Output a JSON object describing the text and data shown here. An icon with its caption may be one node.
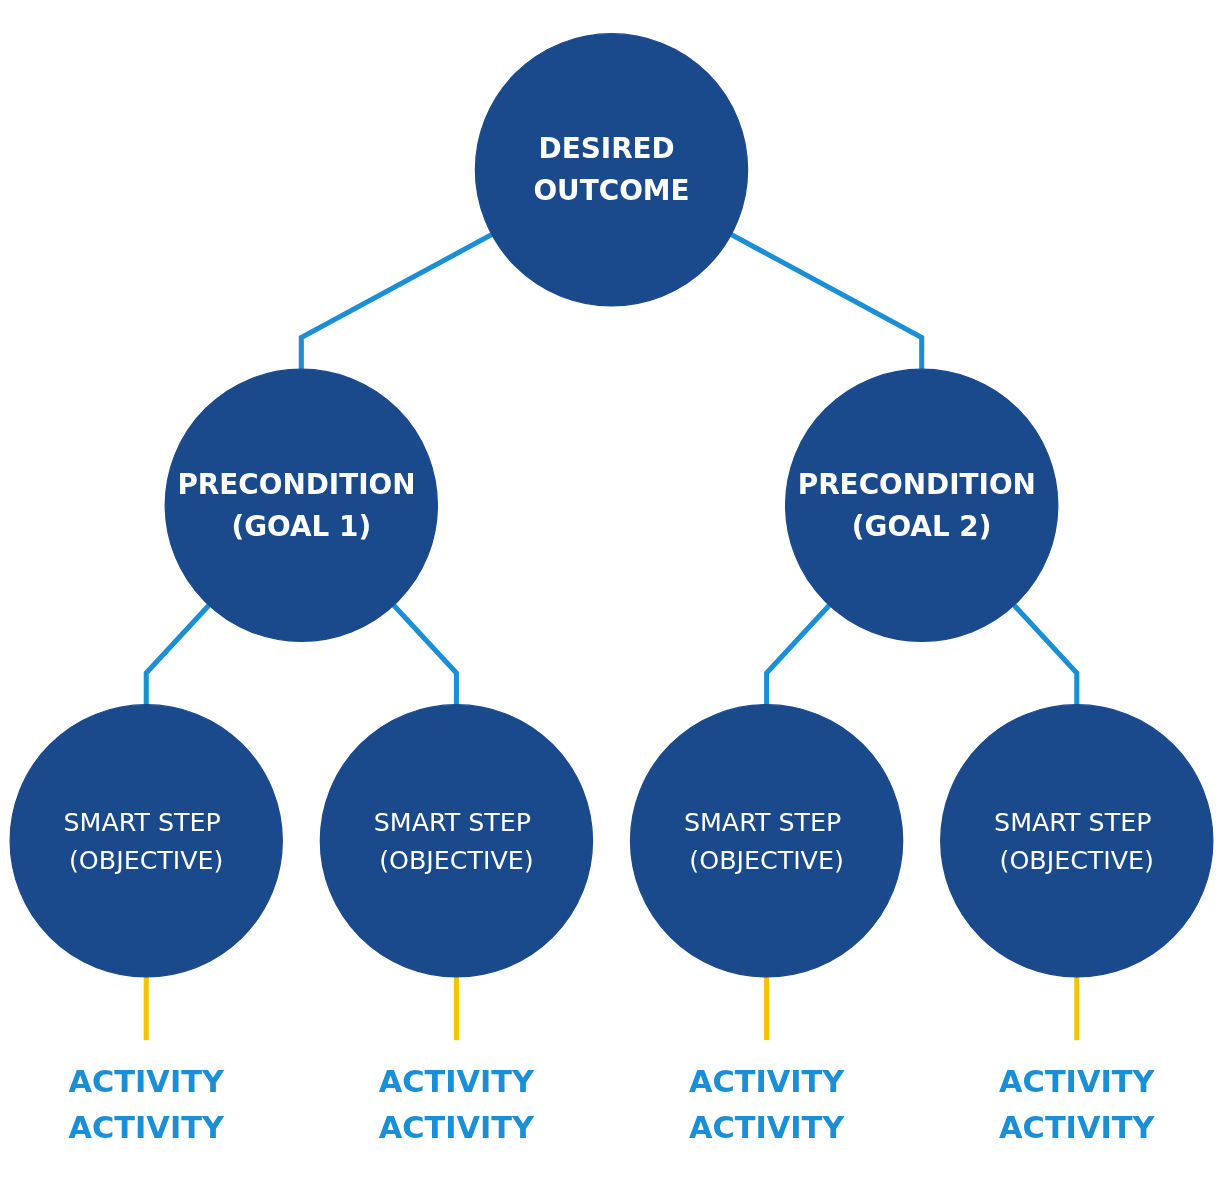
{
  "diagram": {
    "nodes": [
      {
        "text": [
          "DESIRED OUTCOME"
        ]
      },
      {
        "text": [
          "PRECONDITION (GOAL 1)"
        ]
      },
      {
        "text": [
          "PRECONDITION (GOAL 2)"
        ]
      },
      {
        "text": [
          "SMART STEP (OBJECTIVE)"
        ]
      },
      {
        "text": [
          "SMART STEP (OBJECTIVE)"
        ]
      },
      {
        "text": [
          "SMART STEP (OBJECTIVE)"
        ]
      },
      {
        "text": [
          "SMART STEP (OBJECTIVE)"
        ]
      },
      {
        "text": [
          "ACTIVITY",
          "ACTIVITY"
        ]
      },
      {
        "text": [
          "ACTIVITY",
          "ACTIVITY"
        ]
      },
      {
        "text": [
          "ACTIVITY",
          "ACTIVITY"
        ]
      },
      {
        "text": [
          "ACTIVITY",
          "ACTIVITY"
        ]
      }
    ],
    "edges": [
      {
        "from": 0,
        "to": 1,
        "arrow": "none"
      },
      {
        "from": 0,
        "to": 2,
        "arrow": "none"
      },
      {
        "from": 1,
        "to": 3,
        "arrow": "none"
      },
      {
        "from": 1,
        "to": 4,
        "arrow": "none"
      },
      {
        "from": 2,
        "to": 5,
        "arrow": "none"
      },
      {
        "from": 2,
        "to": 6,
        "arrow": "none"
      },
      {
        "from": 3,
        "to": 7,
        "arrow": "none",
        "color": "#f5c400"
      },
      {
        "from": 4,
        "to": 8,
        "arrow": "none",
        "color": "#f5c400"
      },
      {
        "from": 5,
        "to": 9,
        "arrow": "none",
        "color": "#f5c400"
      },
      {
        "from": 6,
        "to": 10,
        "arrow": "none",
        "color": "#f5c400"
      }
    ]
  }
}
